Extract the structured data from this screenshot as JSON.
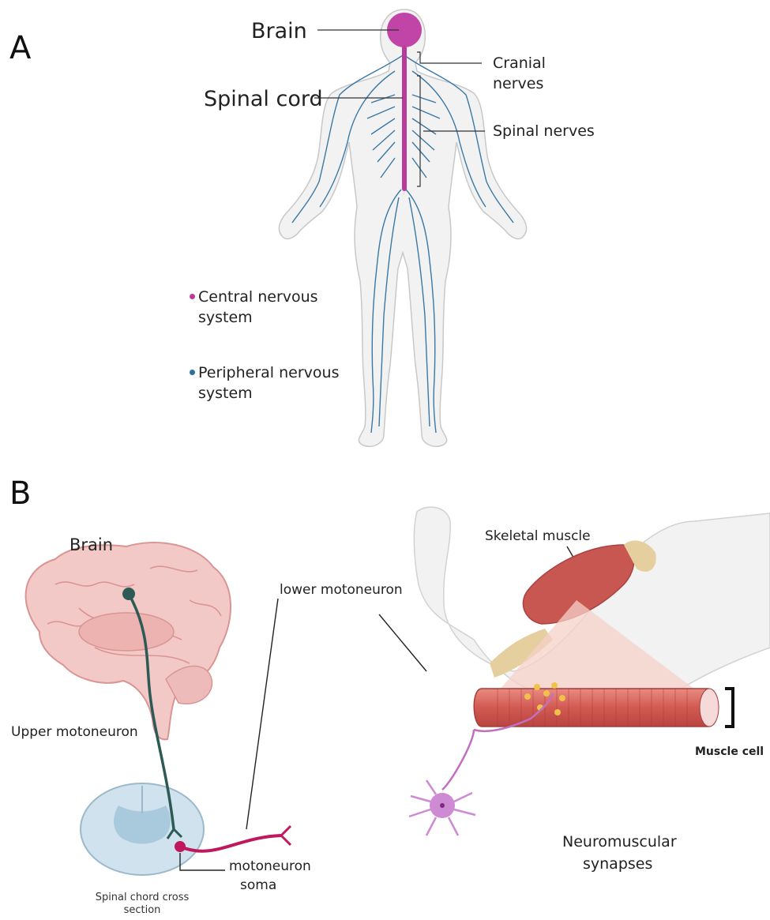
{
  "panel_a": {
    "letter": "A",
    "labels": {
      "brain": "Brain",
      "spinal_cord": "Spinal cord",
      "cranial_nerves_1": "Cranial",
      "cranial_nerves_2": "nerves",
      "spinal_nerves": "Spinal nerves"
    },
    "legend": [
      {
        "line1": "Central nervous",
        "line2": "system",
        "color": "#b83b9b"
      },
      {
        "line1": "Peripheral nervous",
        "line2": "system",
        "color": "#2f6f9f"
      }
    ]
  },
  "panel_b": {
    "letter": "B",
    "labels": {
      "brain": "Brain",
      "upper_motoneuron": "Upper motoneuron",
      "lower_motoneuron": "lower motoneuron",
      "motoneuron_soma_1": "motoneuron",
      "motoneuron_soma_2": "soma",
      "spinal_cross_1": "Spinal chord cross",
      "spinal_cross_2": "section",
      "skeletal_muscle": "Skeletal muscle",
      "nmj_1": "Neuromuscular",
      "nmj_2": "synapses",
      "muscle_cell": "Muscle cell"
    }
  },
  "colors": {
    "cns": "#b83b9b",
    "pns": "#2f6f9f",
    "upper_neuron": "#2e5a56",
    "lower_neuron": "#c0185e",
    "muscle": "#c9504a"
  }
}
